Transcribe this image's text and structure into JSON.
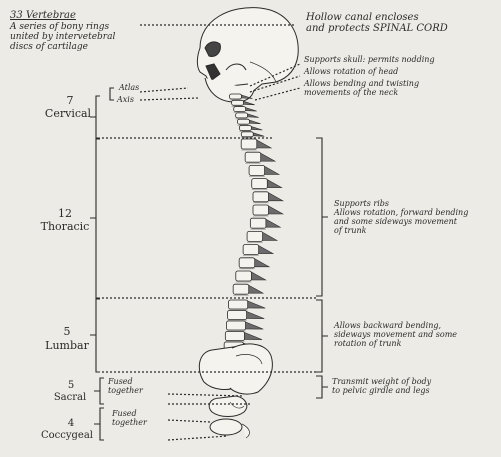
{
  "title": "33 Vertebrae",
  "intro": "A series of bony rings\nunited by intervetebral\ndiscs of cartilage",
  "skull_note": "Hollow canal encloses\nand protects SPINAL CORD",
  "regions": [
    {
      "count": "7",
      "name": "Cervical"
    },
    {
      "count": "12",
      "name": "Thoracic"
    },
    {
      "count": "5",
      "name": "Lumbar"
    },
    {
      "count": "5",
      "name": "Sacral"
    },
    {
      "count": "4",
      "name": "Coccygeal"
    }
  ],
  "atlas": "Atlas",
  "axis": "Axis",
  "fused_sacral": "Fused\ntogether",
  "fused_coccyx": "Fused\ntogether",
  "functions": {
    "skull": "Supports skull: permits nodding",
    "head_rotation": "Allows rotation of head",
    "neck": "Allows bending and twisting\nmovements of the neck",
    "thoracic": "Supports ribs\nAllows rotation, forward bending\nand some sideways movement\nof trunk",
    "lumbar": "Allows backward bending,\nsideways movement and some\nrotation of trunk",
    "sacral": "Transmit weight of body\nto pelvic girdle and legs"
  },
  "colors": {
    "ink": "#2a2a2a",
    "paper": "#ecebe6",
    "bone": "#f4f3ee"
  }
}
